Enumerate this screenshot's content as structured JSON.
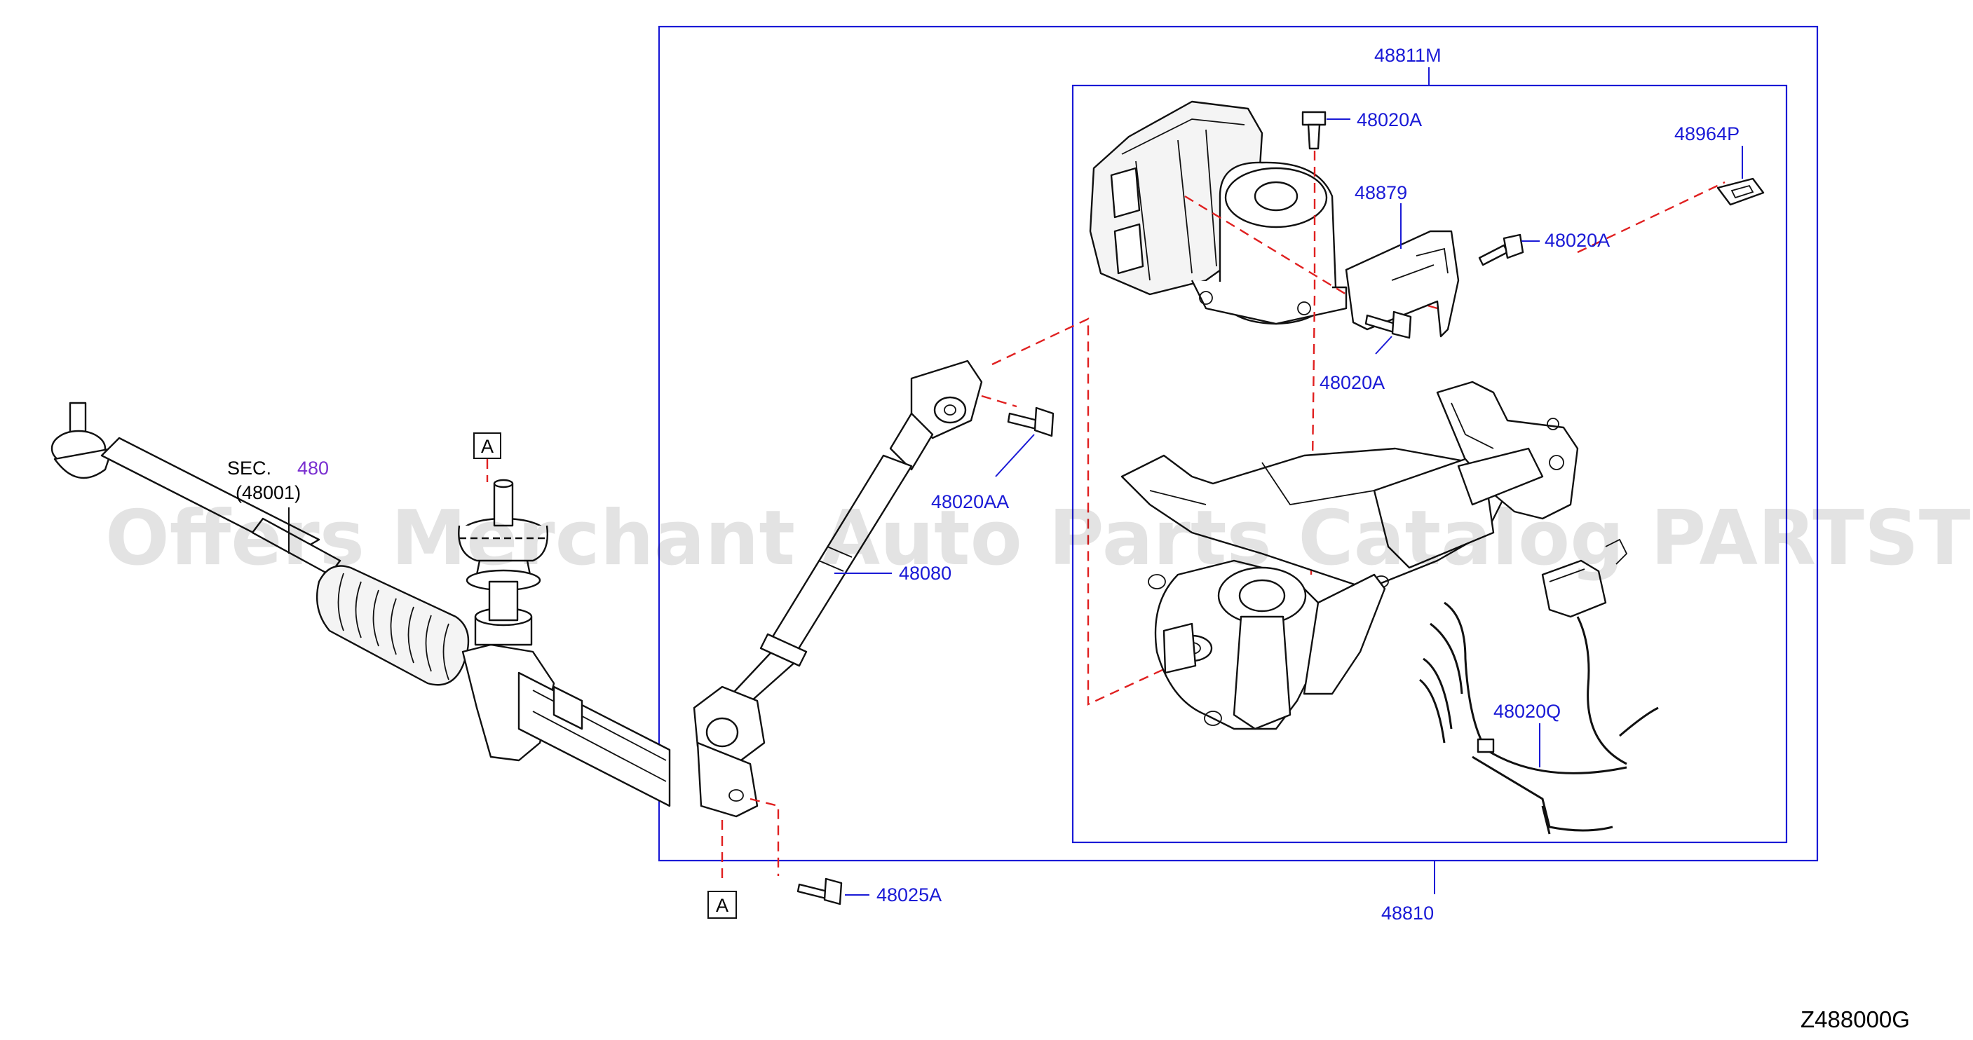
{
  "diagram": {
    "code": "Z488000G",
    "watermark": "Offers Merchant Auto Parts Catalog PARTSTORE.SA",
    "section_ref": {
      "prefix": "SEC.",
      "number": "480",
      "sub": "(48001)"
    },
    "view_refs": [
      "A",
      "A"
    ],
    "assembly_label": "48810",
    "subassembly_label": "48811M",
    "parts": [
      {
        "id": "p-48020a-top",
        "label": "48020A"
      },
      {
        "id": "p-48879",
        "label": "48879"
      },
      {
        "id": "p-48964p",
        "label": "48964P"
      },
      {
        "id": "p-48020a-right",
        "label": "48020A"
      },
      {
        "id": "p-48020a-lower",
        "label": "48020A"
      },
      {
        "id": "p-48020aa",
        "label": "48020AA"
      },
      {
        "id": "p-48080",
        "label": "48080"
      },
      {
        "id": "p-48020q",
        "label": "48020Q"
      },
      {
        "id": "p-48025a",
        "label": "48025A"
      }
    ]
  }
}
